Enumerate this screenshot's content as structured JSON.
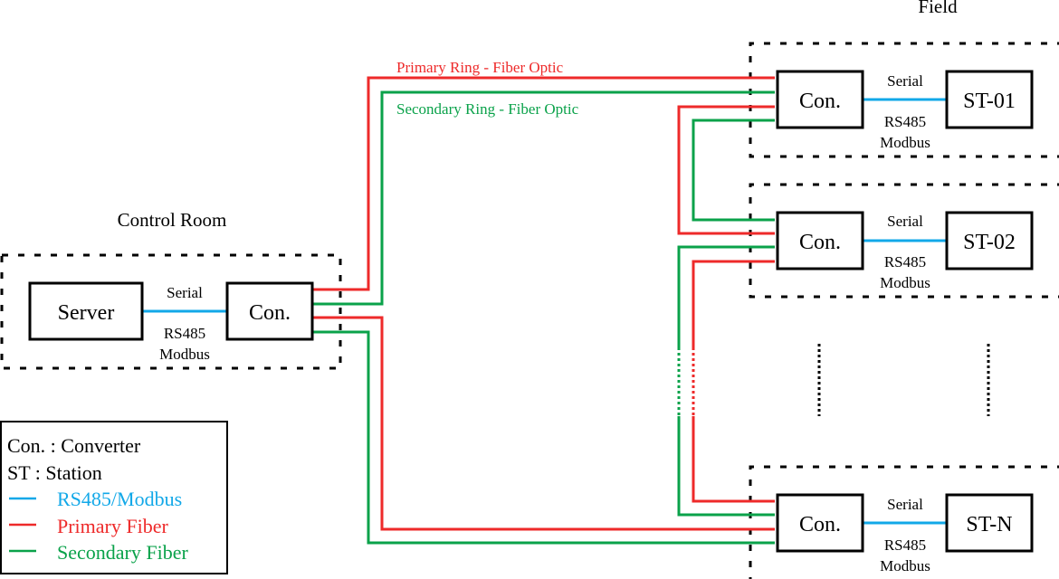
{
  "diagram": {
    "title_control_room": "Control Room",
    "title_field": "Field",
    "primary_ring_label": "Primary Ring - Fiber Optic",
    "secondary_ring_label": "Secondary Ring - Fiber Optic",
    "control_room": {
      "server_label": "Server",
      "converter_label": "Con.",
      "link_top": "Serial",
      "link_bottom_1": "RS485",
      "link_bottom_2": "Modbus"
    },
    "stations": [
      {
        "converter_label": "Con.",
        "station_label": "ST-01",
        "link_top": "Serial",
        "link_bottom_1": "RS485",
        "link_bottom_2": "Modbus"
      },
      {
        "converter_label": "Con.",
        "station_label": "ST-02",
        "link_top": "Serial",
        "link_bottom_1": "RS485",
        "link_bottom_2": "Modbus"
      },
      {
        "converter_label": "Con.",
        "station_label": "ST-N",
        "link_top": "Serial",
        "link_bottom_1": "RS485",
        "link_bottom_2": "Modbus"
      }
    ],
    "legend": {
      "line1": "Con. : Converter",
      "line2": "ST : Station",
      "rs485": "RS485/Modbus",
      "primary": "Primary Fiber",
      "secondary": "Secondary Fiber",
      "dash": "—"
    },
    "colors": {
      "primary": "#ee2a2a",
      "secondary": "#0aa24a",
      "rs485": "#12a8e8",
      "black": "#000000"
    }
  }
}
